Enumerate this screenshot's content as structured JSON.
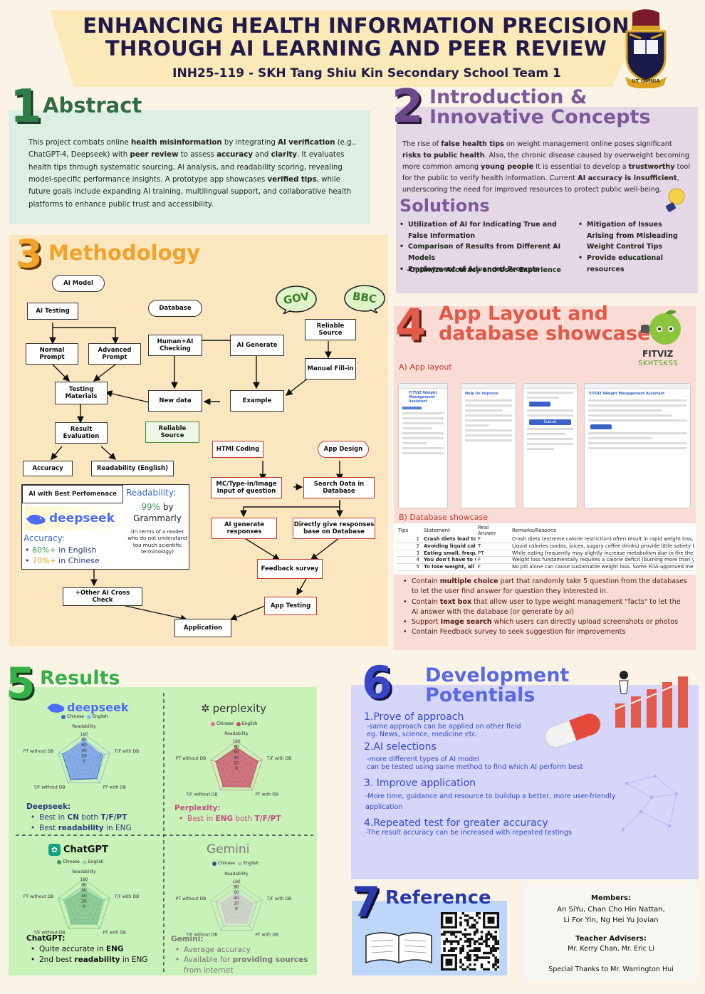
{
  "header": {
    "title_line1": "ENHANCING HEALTH INFORMATION PRECISION",
    "title_line2": "THROUGH AI LEARNING AND PEER REVIEW",
    "subtitle": "INH25-119 - SKH Tang Shiu Kin Secondary School Team 1",
    "crest_motto": "UT OMNIA"
  },
  "abstract": {
    "number": "1",
    "title": "Abstract",
    "t1": "This project combats online ",
    "b1": "health misinformation",
    "t2": " by integrating ",
    "b2": "AI verification",
    "t3": " (e.g., ChatGPT-4, Deepseek) with ",
    "b3": "peer review",
    "t4": " to assess ",
    "b4": "accuracy",
    "t5": " and ",
    "b5": "clarity",
    "t6": ". It evaluates health tips through systematic sourcing, AI analysis, and readability scoring, revealing model-specific performance insights. A prototype app showcases ",
    "b6": "verified tips",
    "t7": ", while future goals include expanding AI training, multilingual support, and collaborative health platforms to enhance public trust and accessibility."
  },
  "intro": {
    "number": "2",
    "title_line1": "Introduction &",
    "title_line2": "Innovative Concepts",
    "t1": "The rise of ",
    "b1": "false health tips",
    "t2": " on weight management online poses significant ",
    "b2": "risks to public health",
    "t3": ". Also, the chronic disease caused by overweight becoming more common among ",
    "b3": "young people",
    "t4": " It is essential to develop a ",
    "b4": "trustworthy",
    "t5": " tool for the public to verify health information. Current ",
    "b5": "AI accuracy is insufficient",
    "t6": ", underscoring the need for improved resources to protect public well-being.",
    "solutions_title": "Solutions",
    "solutions_left": [
      "Utilization of AI for Indicating True and False Information",
      "Comparison of Results from Different AI Models",
      "Employment of Advanced Prompts"
    ],
    "solutions_left_extra": "-Optimize Accuracy and User Experience",
    "solutions_right": [
      "Mitigation of Issues Arising from Misleading Weight Control Tips",
      "Provide educational resources"
    ]
  },
  "methodology": {
    "number": "3",
    "title": "Methodology",
    "ai_model": "AI Model",
    "ai_testing": "AI Testing",
    "normal_prompt": "Normal Prompt",
    "advanced_prompt": "Advanced Prompt",
    "testing_materials": "Testing Materials",
    "result_evaluation": "Result Evaluation",
    "accuracy": "Accuracy",
    "readability_en": "Readability (English)",
    "database": "Database",
    "human_ai": "Human+AI Checking",
    "new_data": "New data",
    "reliable_source_green": "Reliable Source",
    "ai_generate": "AI Generate",
    "example": "Example",
    "reliable_source": "Reliable Source",
    "manual_fill": "Manual Fill-in",
    "gov": "GOV",
    "bbc": "BBC",
    "html_coding": "HTMl Coding",
    "app_design": "App Design",
    "mc_input": "MC/Type-in/Image Input of question",
    "search_data": "Search Data in Database",
    "ai_gen_resp": "AI generate responses",
    "direct_resp": "Directly give responses base on Database",
    "feedback": "Feedback survey",
    "app_testing": "App Testing",
    "other_ai": "+Other AI Cross Check",
    "application": "Application",
    "best_title": "AI with Best Perfomenace",
    "best_logo": "deepseek",
    "acc_label": "Accuracy:",
    "acc_en_val": "80%+",
    "acc_en_txt": " in English",
    "acc_cn_val": "70%+",
    "acc_cn_txt": " in Chinese",
    "read_label": "Readability:",
    "read_val": "99%",
    "read_by": " by",
    "read_tool": "Grammarly",
    "read_note": "(In terms of a reader who do not understand too much scientific terminology)"
  },
  "app": {
    "number": "4",
    "title_line1": "App Layout and",
    "title_line2": "database showcase",
    "brand": "FITVIZ",
    "brand_sub": "SKHTSKSS",
    "a_label": "A) App layout",
    "b_label": "B) Database showcase",
    "shot1_title": "FITVIZ Weight Management Assistant",
    "shot2_title": "Help Us Improve",
    "shot3_btn": "Submit",
    "shot4_title": "FITVIZ Weight Management Assistant",
    "db_headers": [
      "Tips",
      "Statement",
      "Real Answer",
      "Remarks/Reasons"
    ],
    "db_rows": [
      {
        "n": "1",
        "s": "Crash diets lead to perm",
        "a": "F",
        "r": "Crash diets (extreme calorie restriction) often result in rapid weight loss, but"
      },
      {
        "n": "2",
        "s": "Avoiding liquid calories",
        "a": "T",
        "r": "Liquid calories (sodas, juices, sugary coffee drinks) provide little satiety but a"
      },
      {
        "n": "3",
        "s": "Eating small, frequent m",
        "a": "PT",
        "r": "While eating frequently may slightly increase metabolism due to the thermic"
      },
      {
        "n": "4",
        "s": "You don't have to watch",
        "a": "F",
        "r": "Weight loss fundamentally requires a calorie deficit (burning more than you c"
      },
      {
        "n": "5",
        "s": "To lose weight, all you h",
        "a": "F",
        "r": "No pill alone can cause sustainable weight loss. Some FDA-approved medica"
      }
    ],
    "b1a": "Contain ",
    "b1b": "multiple choice",
    "b1c": " part that randomly take 5 question from the databases to let the user find answer for question they interested in.",
    "b2a": "Contain ",
    "b2b": "text box",
    "b2c": " that allow user to type weight management \"facts\" to let the Ai answer with the database (or generate by ai)",
    "b3a": "Support ",
    "b3b": "Image search",
    "b3c": " which users can directly upload screenshots or photos",
    "b4": "Contain Feedback survey to seek suggestion for improvements"
  },
  "results": {
    "number": "5",
    "title": "Results",
    "legend_cn": "Chinese",
    "legend_en": "English",
    "axes": [
      "Readability",
      "T/F with DB",
      "PT with DB",
      "T/F without DB",
      "PT without DB"
    ],
    "ticks": [
      "100",
      "80",
      "60",
      "40",
      "20",
      "0"
    ],
    "models": [
      {
        "logo": "deepseek",
        "name": "Deepseek:",
        "l1a": "Best in ",
        "l1b": "CN",
        "l1c": " both ",
        "l1d": "T/F/PT",
        "l2a": "Best ",
        "l2b": "readability",
        "l2c": " in ENG"
      },
      {
        "logo": "perplexity",
        "name": "Perplexity:",
        "l1a": "Best in ",
        "l1b": "ENG",
        "l1c": " both ",
        "l1d": "T/F/PT"
      },
      {
        "logo": "ChatGPT",
        "name": "ChatGPT:",
        "l1a": "Quite accurate in ",
        "l1b": "ENG",
        "l2a": "2nd best ",
        "l2b": "readability",
        "l2c": " in ENG"
      },
      {
        "logo": "Gemini",
        "name": "Gemini:",
        "l1": "Average accuracy",
        "l2a": "Available for ",
        "l2b": "providing sources",
        "l2c": " from internet"
      }
    ],
    "colors": {
      "deepseek": "#3a67c9",
      "perplexity": "#c0505f",
      "chatgpt": "#3e9b58",
      "gemini": "#8a8a8a"
    }
  },
  "chart_data": [
    {
      "type": "radar",
      "title": "deepseek",
      "axes": [
        "Readability",
        "T/F with DB",
        "PT with DB",
        "T/F without DB",
        "PT without DB"
      ],
      "ylim": [
        0,
        100
      ],
      "series": [
        {
          "name": "Chinese",
          "values": [
            72,
            72,
            80,
            85,
            84
          ]
        },
        {
          "name": "English",
          "values": [
            82,
            68,
            75,
            78,
            80
          ]
        }
      ]
    },
    {
      "type": "radar",
      "title": "perplexity",
      "axes": [
        "Readability",
        "T/F with DB",
        "PT with DB",
        "T/F without DB",
        "PT without DB"
      ],
      "ylim": [
        0,
        100
      ],
      "series": [
        {
          "name": "Chinese",
          "values": [
            72,
            80,
            82,
            80,
            78
          ]
        },
        {
          "name": "English",
          "values": [
            75,
            84,
            86,
            84,
            80
          ]
        }
      ]
    },
    {
      "type": "radar",
      "title": "ChatGPT",
      "axes": [
        "Readability",
        "T/F with DB",
        "PT with DB",
        "T/F without DB",
        "PT without DB"
      ],
      "ylim": [
        0,
        100
      ],
      "series": [
        {
          "name": "Chinese",
          "values": [
            60,
            72,
            78,
            78,
            72
          ]
        },
        {
          "name": "English",
          "values": [
            80,
            80,
            84,
            82,
            78
          ]
        }
      ]
    },
    {
      "type": "radar",
      "title": "Gemini",
      "axes": [
        "Readability",
        "T/F with DB",
        "PT with DB",
        "T/F without DB",
        "PT without DB"
      ],
      "ylim": [
        0,
        100
      ],
      "series": [
        {
          "name": "Chinese",
          "values": [
            55,
            62,
            68,
            66,
            60
          ]
        },
        {
          "name": "English",
          "values": [
            65,
            70,
            72,
            72,
            68
          ]
        }
      ]
    }
  ],
  "development": {
    "number": "6",
    "title_line1": "Development",
    "title_line2": "Potentials",
    "h1": "1.Prove of approach",
    "p1a": "-same approach can be applied on other field",
    "p1b": "eg. News, science, medicine etc.",
    "h2": "2.AI selections",
    "p2a": "-more different types of  AI model",
    "p2b": "can be tested using same method to find which AI perform best",
    "h3": "3. Improve application",
    "p3": "-More time, guidance and resource to buildup a better, more user-friendly application",
    "h4": "4.Repeated test for greater accuracy",
    "p4": "-The result accuracy can be increased with repeated testings"
  },
  "reference": {
    "number": "7",
    "title": "Reference"
  },
  "credits": {
    "members_label": "Members:",
    "members_line1": "An SiYu, Chan Cho Hin Nattan,",
    "members_line2": "Li For Yin, Ng Hei Yu Jovian",
    "advisers_label": "Teacher Advisers:",
    "advisers": "Mr. Kerry Chan, Mr. Eric Li",
    "thanks": "Special Thanks to Mr. Warrington Hui"
  }
}
